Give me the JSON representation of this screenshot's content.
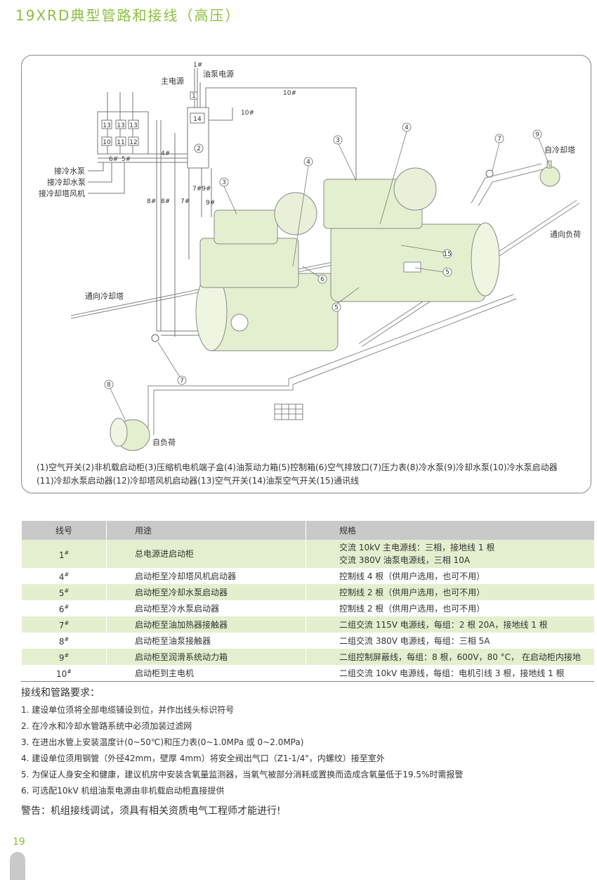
{
  "page": {
    "title": "19XRD典型管路和接线（高压）",
    "page_number": "19"
  },
  "diagram": {
    "labels": {
      "n1": "1#",
      "main_power": "主电源",
      "oil_pump_power": "油泵电源",
      "n10a": "10#",
      "n10b": "10#",
      "box1": "1",
      "box14": "14",
      "box2": "2",
      "b13a": "13",
      "b13b": "13",
      "b13c": "13",
      "b10": "10",
      "b11": "11",
      "b12": "12",
      "n6": "6#",
      "n5": "5#",
      "n4": "4#",
      "to_chw_pump": "接冷水泵",
      "to_cw_pump": "接冷却水泵",
      "to_tower_fan": "接冷却塔风机",
      "n8a": "8#",
      "n8b": "8#",
      "n7": "7#",
      "n79": "7#9#",
      "n9": "9#",
      "c3a": "3",
      "c3b": "3",
      "c4a": "4",
      "c4b": "4",
      "c5a": "5",
      "c5b": "5",
      "c6": "6",
      "c15": "15",
      "c7a": "7",
      "c7b": "7",
      "c8": "8",
      "c9": "9",
      "from_tower": "自冷却塔",
      "to_load": "通向负荷",
      "to_tower": "通向冷却塔",
      "from_load": "自负荷"
    },
    "legend_line1": "(1)空气开关(2)非机载启动柜(3)压缩机电机端子盒(4)油泵动力箱(5)控制箱(6)空气排放口(7)压力表(8)冷水泵(9)冷却水泵(10)冷水泵启动器",
    "legend_line2": "(11)冷却水泵启动器(12)冷却塔风机启动器(13)空气开关(14)油泵空气开关(15)通讯线"
  },
  "table": {
    "headers": [
      "线号",
      "用途",
      "规格"
    ],
    "rows": [
      {
        "num": "1",
        "use": "总电源进启动柜",
        "spec": "交流 10kV 主电源线：三相，接地线 1 根",
        "spec2": "交流 380V 油泵电源线，三相 10A"
      },
      {
        "num": "4",
        "use": "启动柜至冷却塔风机启动器",
        "spec": "控制线 4 根（供用户选用，也可不用）"
      },
      {
        "num": "5",
        "use": "启动柜至冷却水泵启动器",
        "spec": "控制线 2 根（供用户选用，也可不用）"
      },
      {
        "num": "6",
        "use": "启动柜至冷水泵启动器",
        "spec": "控制线 2 根（供用户选用，也可不用）"
      },
      {
        "num": "7",
        "use": "启动柜至油加热器接触器",
        "spec": "二组交流 115V 电源线，每组：2 根 20A，接地线 1 根"
      },
      {
        "num": "8",
        "use": "启动柜至油泵接触器",
        "spec": "二组交流 380V 电源线，每组：三相 5A"
      },
      {
        "num": "9",
        "use": "启动柜至润滑系统动力箱",
        "spec": "二组控制屏蔽线，每组：8 根，600V，80 °C， 在启动柜内接地"
      },
      {
        "num": "10",
        "use": "启动柜到主电机",
        "spec": "二组交流 10kV 电源线，每组：电机引线 3 根，接地线 1 根"
      }
    ],
    "sup": "#"
  },
  "requirements": {
    "title": "接线和管路要求：",
    "items": [
      "1.  建设单位须将全部电缆铺设到位，并作出线头标识符号",
      "2.  在冷水和冷却水管路系统中必须加装过滤网",
      "3.  在进出水管上安装温度计(0~50℃)和压力表(0~1.0MPa 或 0~2.0MPa)",
      "4.  建设单位须用钢管（外径42mm，壁厚 4mm）将安全阀出气口（Z1-1/4\"，内螺纹）接至室外",
      "5.  为保证人身安全和健康，建议机房中安装含氧量监测器，当氧气被部分消耗或置换而造成含氧量低于19.5%时需报警",
      "6.  可选配10kV 机组油泵电源由非机载启动柜直接提供"
    ],
    "warning": "警告：机组接线调试，须具有相关资质电气工程师才能进行!"
  }
}
